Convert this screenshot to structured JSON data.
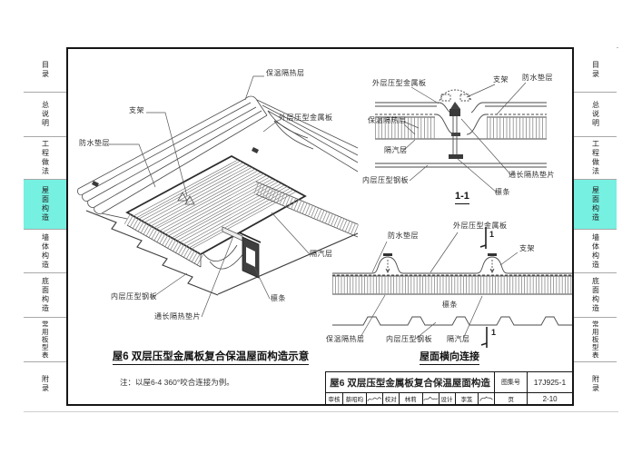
{
  "colors": {
    "active_tab": "#76f0e1",
    "line": "#4a4a4a"
  },
  "sidebar": {
    "items": [
      {
        "id": "catalog",
        "label": "目录",
        "active": false
      },
      {
        "id": "general-notes",
        "label": "总说明",
        "active": false
      },
      {
        "id": "engineering-practice",
        "label": "工程做法",
        "active": false
      },
      {
        "id": "roof-construction",
        "label": "屋面构造",
        "active": true
      },
      {
        "id": "wall-construction",
        "label": "墙体构造",
        "active": false
      },
      {
        "id": "soffit-construction",
        "label": "底面构造",
        "active": false
      },
      {
        "id": "panel-type-table",
        "label": "常用板型表",
        "active": false
      },
      {
        "id": "appendix",
        "label": "附录",
        "active": false
      }
    ]
  },
  "layers": {
    "insulation": "保温隔热层",
    "outer_sheet": "外层压型金属板",
    "inner_sheet": "内层压型钢板",
    "vapor_barrier": "隔汽层",
    "waterproof_underlay": "防水垫层",
    "bracket": "支架",
    "purlin": "檩条",
    "thermal_spacer": "通长隔热垫片"
  },
  "main_drawing": {
    "caption": "屋6 双层压型金属板复合保温屋面构造示意",
    "note": "注：以屋6-4 360°咬合连接为例。"
  },
  "section_detail": {
    "caption": "1-1"
  },
  "lateral_drawing": {
    "caption": "屋面横向连接",
    "section_mark": "1"
  },
  "title_block": {
    "title": "屋6 双层压型金属板复合保温屋面构造",
    "atlas_no_label": "图集号",
    "atlas_no": "17J925-1",
    "page_label": "页",
    "page_no": "2-10",
    "reviewer_label": "审核",
    "reviewer": "蔡昭昀",
    "checker_label": "校对",
    "checker": "林莉",
    "designer_label": "设计",
    "designer": "李笈"
  }
}
